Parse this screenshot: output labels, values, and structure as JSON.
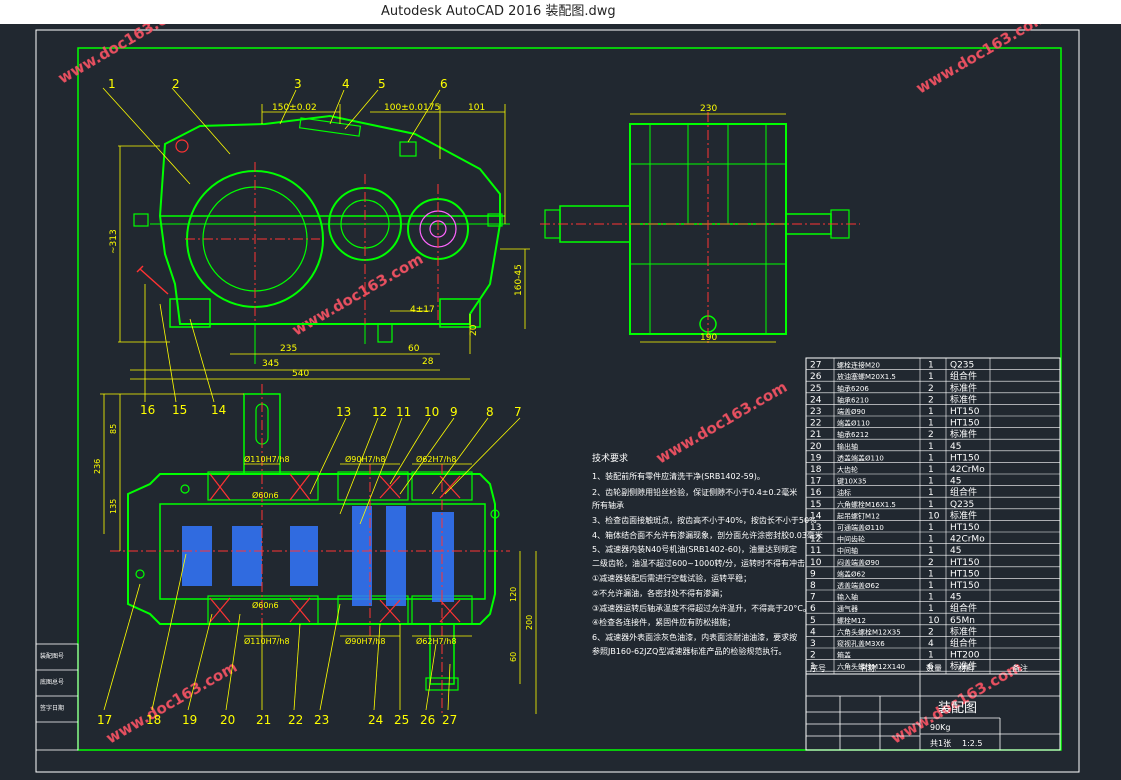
{
  "window": {
    "title": "Autodesk AutoCAD 2016    装配图.dwg"
  },
  "watermark": {
    "text": "www.doc163.com"
  },
  "drawing": {
    "top_balloons": [
      "1",
      "2",
      "3",
      "4",
      "5",
      "6"
    ],
    "left_balloons": [
      "16",
      "15",
      "14"
    ],
    "top_dims": {
      "d150": "150±0.02",
      "d100": "100±0.0175",
      "d101": "101"
    },
    "elev_dims": {
      "h313": "~313",
      "h160": "160-45",
      "w235": "235",
      "w60": "60",
      "w28": "28",
      "w345": "345",
      "w540": "540",
      "slot": "4±17",
      "h20": "20"
    },
    "side_dims": {
      "w230": "230",
      "w190": "190"
    },
    "plan_top_balloons": [
      "13",
      "12",
      "11",
      "10",
      "9",
      "8",
      "7"
    ],
    "plan_bottom_balloons": [
      "17",
      "18",
      "19",
      "20",
      "21",
      "22",
      "23",
      "24",
      "25",
      "26",
      "27"
    ],
    "plan_dims": {
      "d85": "85",
      "d236": "236",
      "d135": "135",
      "fit1": "Ø110H7/h8",
      "fit2": "Ø90H7/h8",
      "fit3": "Ø62H7/h8",
      "fit4": "Ø60n6",
      "fit5": "Ø60n6",
      "fit6": "Ø110H7/h8",
      "fit7": "Ø90H7/h8",
      "fit8": "Ø62H7/h8",
      "d120": "120",
      "d200": "200",
      "d60": "60"
    },
    "tech_requirements": {
      "title": "技术要求",
      "lines": [
        "1、装配前所有零件应清洗干净(SRB1402-59)。",
        "2、齿轮副侧隙用铅丝检验，保证侧隙不小于0.4±0.2毫米",
        "   所有轴承",
        "3、检查齿面接触斑点，按齿高不小于40%，按齿长不小于50%",
        "4、箱体结合面不允许有渗漏现象，剖分面允许涂密封胶0.03毫米",
        "5、减速器内装N40号机油(SRB1402-60)，油量达到规定",
        "   二级齿轮，油温不超过600~1000转/分，运转时不得有冲击",
        "①减速器装配后需进行空载试验，运转平稳；",
        "②不允许漏油，各密封处不得有渗漏；",
        "③减速器运转后轴承温度不得超过允许温升，不得高于20°C。",
        "④检查各连接件，紧固件应有防松措施；",
        "6、减速器外表面涂灰色油漆，内表面涂耐油油漆，要求按",
        "   参照JB160-62JZQ型减速器标准产品的检验规范执行。"
      ]
    },
    "bom": {
      "rows": [
        {
          "no": "27",
          "name": "螺栓连接M20",
          "qty": "1",
          "mat": "Q235"
        },
        {
          "no": "26",
          "name": "放油塞螺M20X1.5",
          "qty": "1",
          "mat": "组合件"
        },
        {
          "no": "25",
          "name": "轴承6206",
          "qty": "2",
          "mat": "标准件"
        },
        {
          "no": "24",
          "name": "轴承6210",
          "qty": "2",
          "mat": "标准件"
        },
        {
          "no": "23",
          "name": "端盖Ø90",
          "qty": "1",
          "mat": "HT150"
        },
        {
          "no": "22",
          "name": "端盖Ø110",
          "qty": "1",
          "mat": "HT150"
        },
        {
          "no": "21",
          "name": "轴承6212",
          "qty": "2",
          "mat": "标准件"
        },
        {
          "no": "20",
          "name": "输出轴",
          "qty": "1",
          "mat": "45"
        },
        {
          "no": "19",
          "name": "透盖端盖Ø110",
          "qty": "1",
          "mat": "HT150"
        },
        {
          "no": "18",
          "name": "大齿轮",
          "qty": "1",
          "mat": "42CrMo"
        },
        {
          "no": "17",
          "name": "键10X35",
          "qty": "1",
          "mat": "45"
        },
        {
          "no": "16",
          "name": "油标",
          "qty": "1",
          "mat": "组合件"
        },
        {
          "no": "15",
          "name": "六角螺栓M16X1.5",
          "qty": "1",
          "mat": "Q235"
        },
        {
          "no": "14",
          "name": "起吊螺钉M12",
          "qty": "10",
          "mat": "标准件"
        },
        {
          "no": "13",
          "name": "可通端盖Ø110",
          "qty": "1",
          "mat": "HT150"
        },
        {
          "no": "12",
          "name": "中间齿轮",
          "qty": "1",
          "mat": "42CrMo"
        },
        {
          "no": "11",
          "name": "中间轴",
          "qty": "1",
          "mat": "45"
        },
        {
          "no": "10",
          "name": "闷盖端盖Ø90",
          "qty": "2",
          "mat": "HT150"
        },
        {
          "no": "9",
          "name": "端盖Ø62",
          "qty": "1",
          "mat": "HT150"
        },
        {
          "no": "8",
          "name": "透盖端盖Ø62",
          "qty": "1",
          "mat": "HT150"
        },
        {
          "no": "7",
          "name": "输入轴",
          "qty": "1",
          "mat": "45"
        },
        {
          "no": "6",
          "name": "通气器",
          "qty": "1",
          "mat": "组合件"
        },
        {
          "no": "5",
          "name": "螺栓M12",
          "qty": "10",
          "mat": "65Mn"
        },
        {
          "no": "4",
          "name": "六角头螺栓M12X35",
          "qty": "2",
          "mat": "标准件"
        },
        {
          "no": "3",
          "name": "窥视孔盖M3X6",
          "qty": "4",
          "mat": "组合件"
        },
        {
          "no": "2",
          "name": "箱盖",
          "qty": "1",
          "mat": "HT200"
        },
        {
          "no": "1",
          "name": "六角头螺栓M12X140",
          "qty": "6",
          "mat": "标准件"
        }
      ],
      "header": {
        "c1": "序号",
        "c2": "名称",
        "c3": "数量",
        "c4": "材料",
        "c5": "备注"
      }
    },
    "title_block": {
      "title": "装配图",
      "scale": "1:2.5",
      "sheet": "共1张",
      "weight": "90Kg"
    },
    "side_labels": [
      "装配图号",
      "底图总号",
      "签字日期"
    ]
  }
}
